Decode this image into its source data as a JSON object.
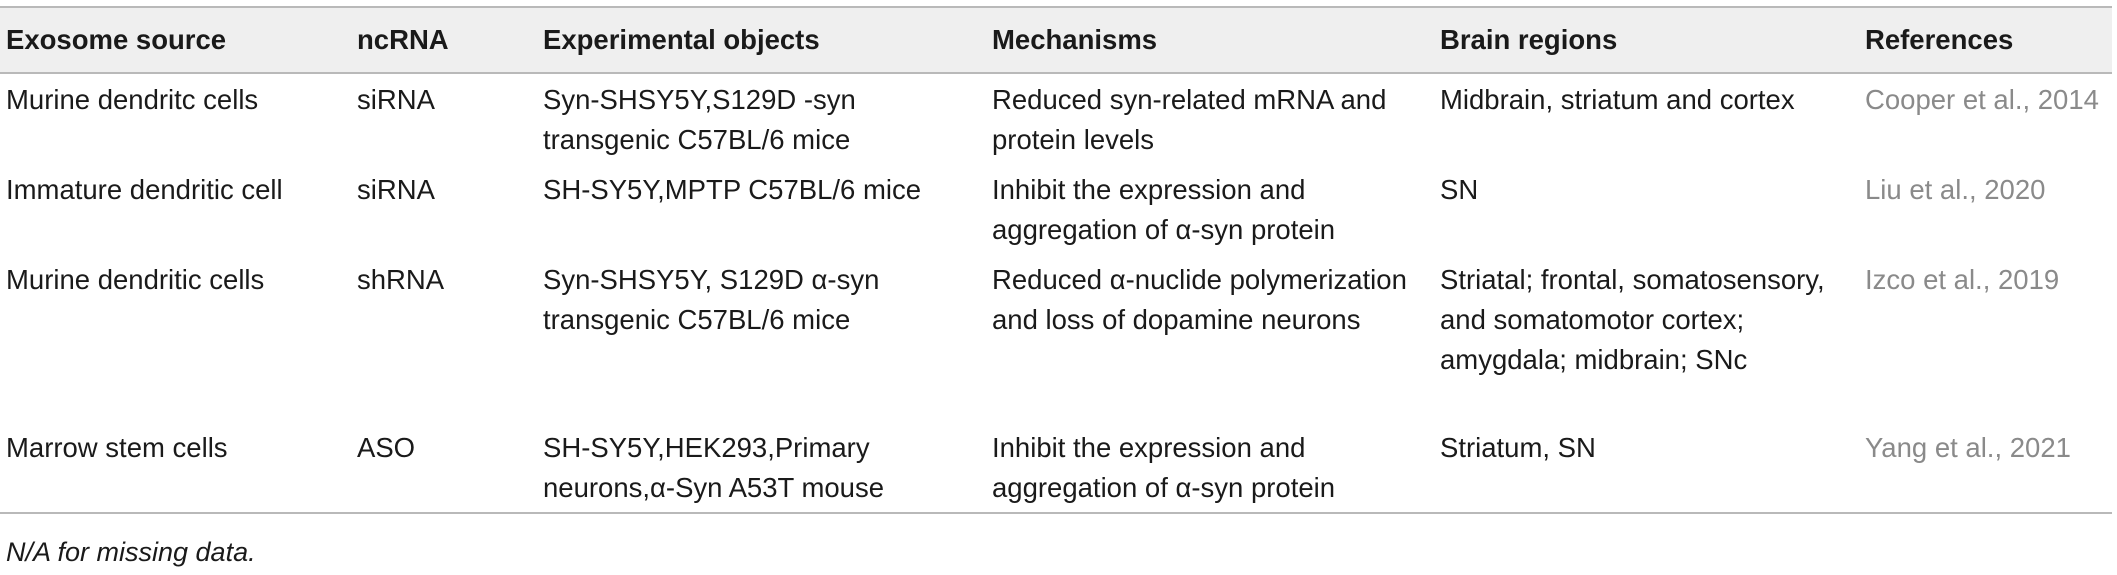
{
  "table": {
    "headers": [
      "Exosome source",
      "ncRNA",
      "Experimental objects",
      "Mechanisms",
      "Brain regions",
      "References"
    ],
    "rows": [
      {
        "source": "Murine dendritc cells",
        "ncrna": "siRNA",
        "objects": "Syn-SHSY5Y,S129D -syn transgenic C57BL/6 mice",
        "mechanisms": "Reduced syn-related mRNA and protein levels",
        "regions": "Midbrain, striatum and cortex",
        "reference": "Cooper et al., 2014"
      },
      {
        "source": "Immature dendritic cell",
        "ncrna": "siRNA",
        "objects": "SH-SY5Y,MPTP C57BL/6 mice",
        "mechanisms": "Inhibit the expression and aggregation of α-syn protein",
        "regions": "SN",
        "reference": "Liu et al., 2020"
      },
      {
        "source": "Murine dendritic cells",
        "ncrna": "shRNA",
        "objects": "Syn-SHSY5Y, S129D α-syn transgenic C57BL/6 mice",
        "mechanisms": "Reduced α-nuclide polymerization and loss of dopamine neurons",
        "regions": "Striatal; frontal, somatosensory, and somatomotor cortex; amygdala; midbrain; SNc",
        "reference": "Izco et al., 2019"
      },
      {
        "source": "Marrow stem cells",
        "ncrna": "ASO",
        "objects": "SH-SY5Y,HEK293,Primary neurons,α-Syn A53T mouse",
        "mechanisms": "Inhibit the expression and aggregation of α-syn protein",
        "regions": "Striatum, SN",
        "reference": "Yang et al., 2021"
      }
    ]
  },
  "footnote": "N/A for missing data.",
  "colors": {
    "header_bg": "#efefef",
    "rule": "#b9b9b9",
    "reference_text": "#8a8a8a",
    "body_text": "#1a1a1a"
  }
}
